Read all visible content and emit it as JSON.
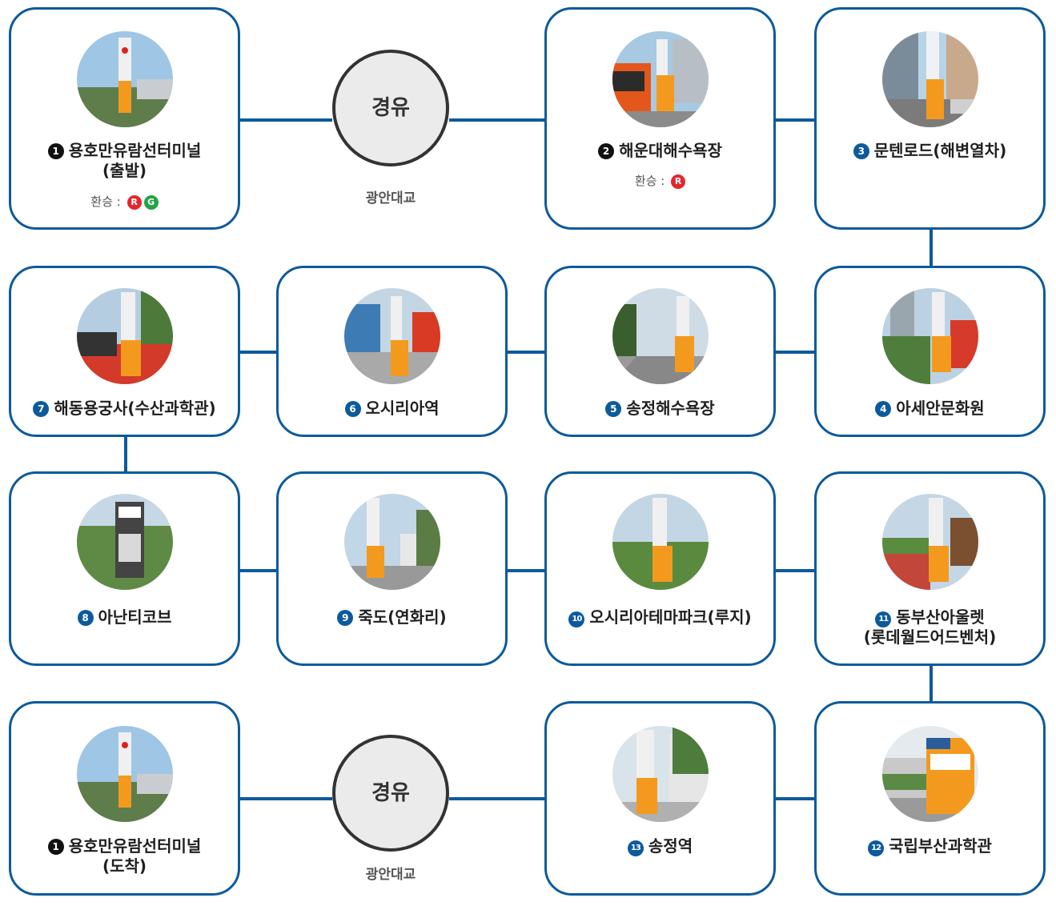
{
  "stops": {
    "s1_start": {
      "num": "1",
      "name": "용호만유람선터미널",
      "name2": "(출발)",
      "transfer_label": "환승 :",
      "transfer": [
        "R",
        "G"
      ]
    },
    "s2": {
      "num": "2",
      "name": "해운대해수욕장",
      "transfer_label": "환승 :",
      "transfer": [
        "R"
      ]
    },
    "s3": {
      "num": "3",
      "name": "문텐로드(해변열차)"
    },
    "s4": {
      "num": "4",
      "name": "아세안문화원"
    },
    "s5": {
      "num": "5",
      "name": "송정해수욕장"
    },
    "s6": {
      "num": "6",
      "name": "오시리아역"
    },
    "s7": {
      "num": "7",
      "name": "해동용궁사(수산과학관)"
    },
    "s8": {
      "num": "8",
      "name": "아난티코브"
    },
    "s9": {
      "num": "9",
      "name": "죽도(연화리)"
    },
    "s10": {
      "num": "10",
      "name": "오시리아테마파크(루지)"
    },
    "s11": {
      "num": "11",
      "name": "동부산아울렛",
      "name2": "(롯데월드어드벤처)"
    },
    "s12": {
      "num": "12",
      "name": "국립부산과학관"
    },
    "s13": {
      "num": "13",
      "name": "송정역"
    },
    "s1_end": {
      "num": "1",
      "name": "용호만유람선터미널",
      "name2": "(도착)"
    }
  },
  "via": [
    {
      "label": "경유",
      "sub": "광안대교"
    },
    {
      "label": "경유",
      "sub": "광안대교"
    }
  ],
  "colors": {
    "line": "#0c5a9c",
    "transfer_red": "#e3262d",
    "transfer_green": "#23a345"
  }
}
